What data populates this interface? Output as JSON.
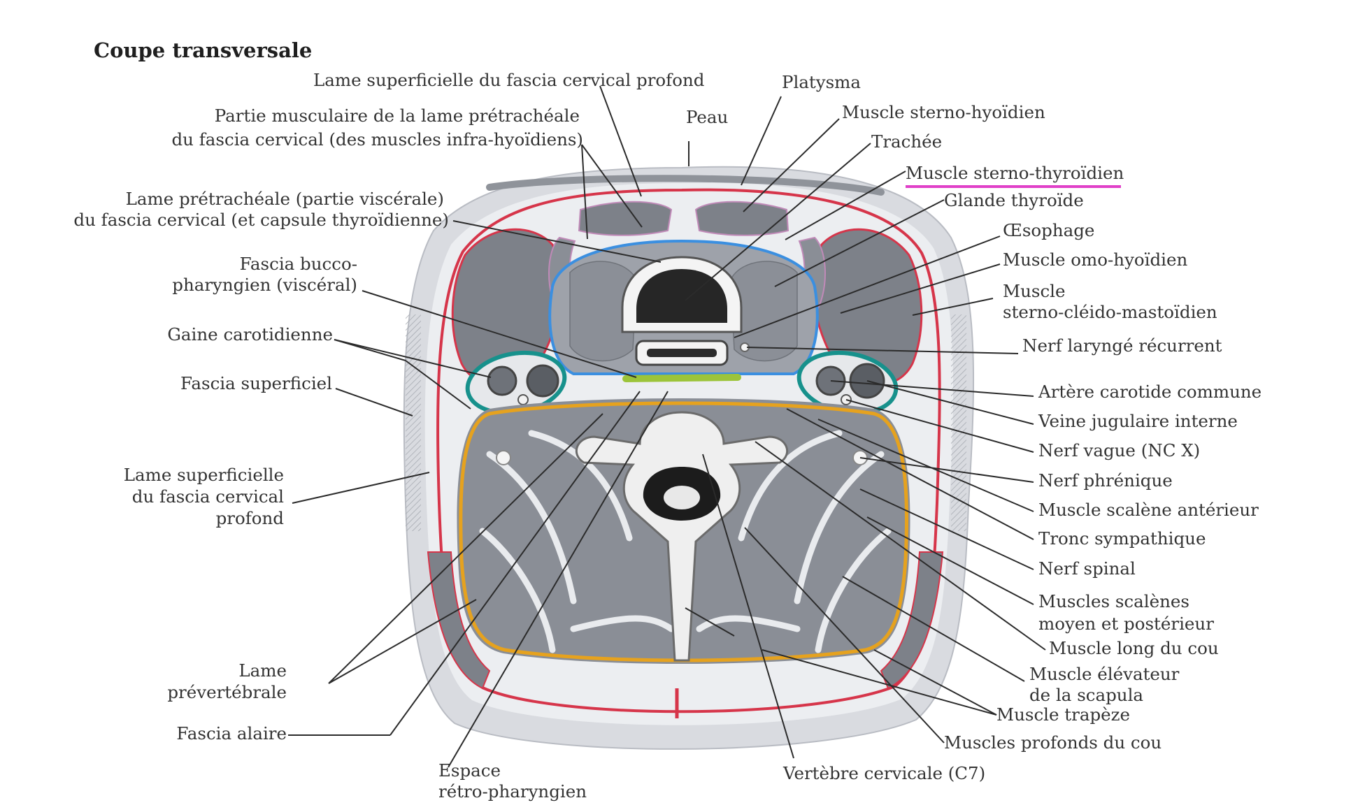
{
  "title": "Coupe transversale",
  "highlight_color": "#e040c8",
  "colors": {
    "investing_fascia": "#d6354a",
    "pretracheal_fascia": "#3b8fe0",
    "carotid_sheath": "#17918c",
    "prevertebral_fascia": "#e6a21e",
    "buccopharyngeal_fascia": "#9cc43a",
    "infrahyoid_fascia": "#c08ab8",
    "muscle": "#7d8189",
    "skin": "#d9dbe0"
  },
  "labels": {
    "lame_sup_profond_top": "Lame superficielle du fascia cervical profond",
    "platysma": "Platysma",
    "partie_musc_1": "Partie musculaire de la lame prétrachéale",
    "partie_musc_2": "du fascia cervical (des muscles infra-hyoïdiens)",
    "peau": "Peau",
    "sterno_hyoidien": "Muscle sterno-hyoïdien",
    "trachee": "Trachée",
    "sterno_thyroidien": "Muscle sterno-thyroïdien",
    "glande_thyroide": "Glande thyroïde",
    "lame_pretracheale_1": "Lame prétrachéale (partie viscérale)",
    "lame_pretracheale_2": "du fascia cervical (et capsule thyroïdienne)",
    "oesophage": "Œsophage",
    "omo_hyoidien": "Muscle omo-hyoïdien",
    "fascia_bucco_1": "Fascia bucco-",
    "fascia_bucco_2": "pharyngien (viscéral)",
    "scm_1": "Muscle",
    "scm_2": "sterno-cléido-mastoïdien",
    "nerf_larynge": "Nerf laryngé récurrent",
    "gaine_carotidienne": "Gaine carotidienne",
    "fascia_superficiel": "Fascia superficiel",
    "artere_carotide": "Artère carotide commune",
    "veine_jugulaire": "Veine jugulaire interne",
    "nerf_vague": "Nerf vague (NC X)",
    "lame_sup_left_1": "Lame superficielle",
    "lame_sup_left_2": "du fascia cervical",
    "lame_sup_left_3": "profond",
    "nerf_phrenique": "Nerf phrénique",
    "scalene_anterieur": "Muscle scalène antérieur",
    "tronc_sympathique": "Tronc sympathique",
    "nerf_spinal": "Nerf spinal",
    "scalenes_1": "Muscles scalènes",
    "scalenes_2": "moyen et postérieur",
    "long_du_cou": "Muscle long du cou",
    "lame_prevert_1": "Lame",
    "lame_prevert_2": "prévertébrale",
    "elevateur_1": "Muscle élévateur",
    "elevateur_2": "de la scapula",
    "trapeze": "Muscle trapèze",
    "fascia_alaire": "Fascia alaire",
    "profonds_cou": "Muscles profonds du cou",
    "espace_retro_1": "Espace",
    "espace_retro_2": "rétro-pharyngien",
    "vertebre": "Vertèbre cervicale (C7)"
  }
}
